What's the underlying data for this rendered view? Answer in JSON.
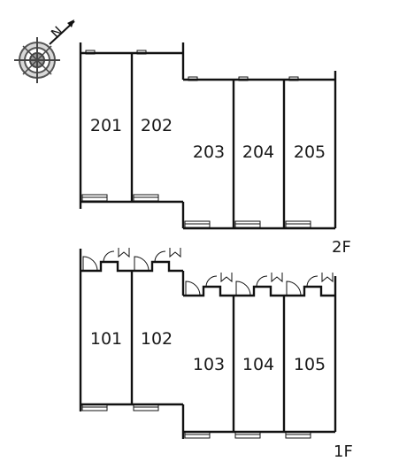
{
  "compass": {
    "icon": "compass-icon",
    "north_label": "N"
  },
  "floors": [
    {
      "label": "2F",
      "units": [
        "201",
        "202",
        "203",
        "204",
        "205"
      ]
    },
    {
      "label": "1F",
      "units": [
        "101",
        "102",
        "103",
        "104",
        "105"
      ]
    }
  ]
}
